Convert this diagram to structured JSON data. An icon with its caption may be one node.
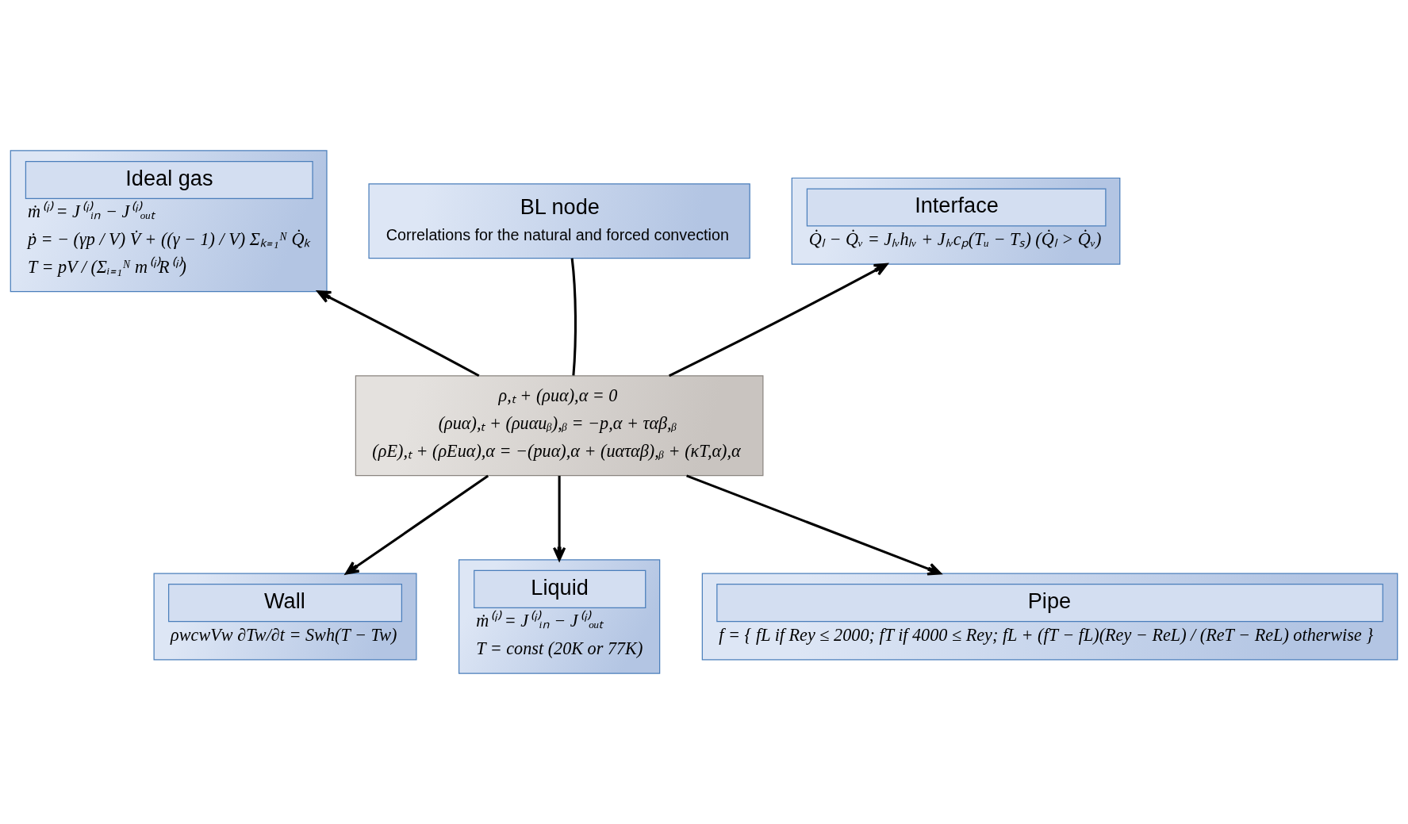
{
  "diagram": {
    "nodes": [
      {
        "text": [
          "Ideal gas",
          "ṁ⁽ⁱ⁾ = J⁽ⁱ⁾ᵢₙ − J⁽ⁱ⁾ₒᵤₜ",
          "ṗ = − (γp / V) V̇ + ((γ − 1) / V) Σₖ₌₁ᴺ Q̇ₖ",
          "T = pV / (Σᵢ₌₁ᴺ m⁽ⁱ⁾R⁽ⁱ⁾)"
        ]
      },
      {
        "text": [
          "BL node",
          "Correlations for the natural and forced convection"
        ]
      },
      {
        "text": [
          "Interface",
          "Q̇ₗ − Q̇ᵥ = Jₗᵥhₗᵥ + Jₗᵥcₚ(Tᵤ − Tₛ) (Q̇ₗ > Q̇ᵥ)"
        ]
      },
      {
        "text": [
          "ρ,ₜ + (ρuα),α = 0",
          "(ρuα),ₜ + (ρuαuᵦ),ᵦ = −p,α + ταβ,ᵦ",
          "(ρE),ₜ + (ρEuα),α = −(puα),α + (uαταβ),ᵦ + (κT,α),α"
        ]
      },
      {
        "text": [
          "Wall",
          "ρwcwVw ∂Tw/∂t = Swh(T − Tw)"
        ]
      },
      {
        "text": [
          "Liquid",
          "ṁ⁽ⁱ⁾ = J⁽ⁱ⁾ᵢₙ − J⁽ⁱ⁾ₒᵤₜ",
          "T = const (20K or 77K)"
        ]
      },
      {
        "text": [
          "Pipe",
          "f = { fL if Rey ≤ 2000; fT if 4000 ≤ Rey; fL + (fT − fL)(Rey − ReL) / (ReT − ReL) otherwise }"
        ]
      }
    ],
    "edges": [
      {
        "from": 3,
        "to": 0,
        "arrow": "to"
      },
      {
        "from": 3,
        "to": 1,
        "arrow": "none"
      },
      {
        "from": 3,
        "to": 2,
        "arrow": "to"
      },
      {
        "from": 3,
        "to": 4,
        "arrow": "to"
      },
      {
        "from": 3,
        "to": 5,
        "arrow": "to"
      },
      {
        "from": 3,
        "to": 6,
        "arrow": "to"
      }
    ]
  }
}
